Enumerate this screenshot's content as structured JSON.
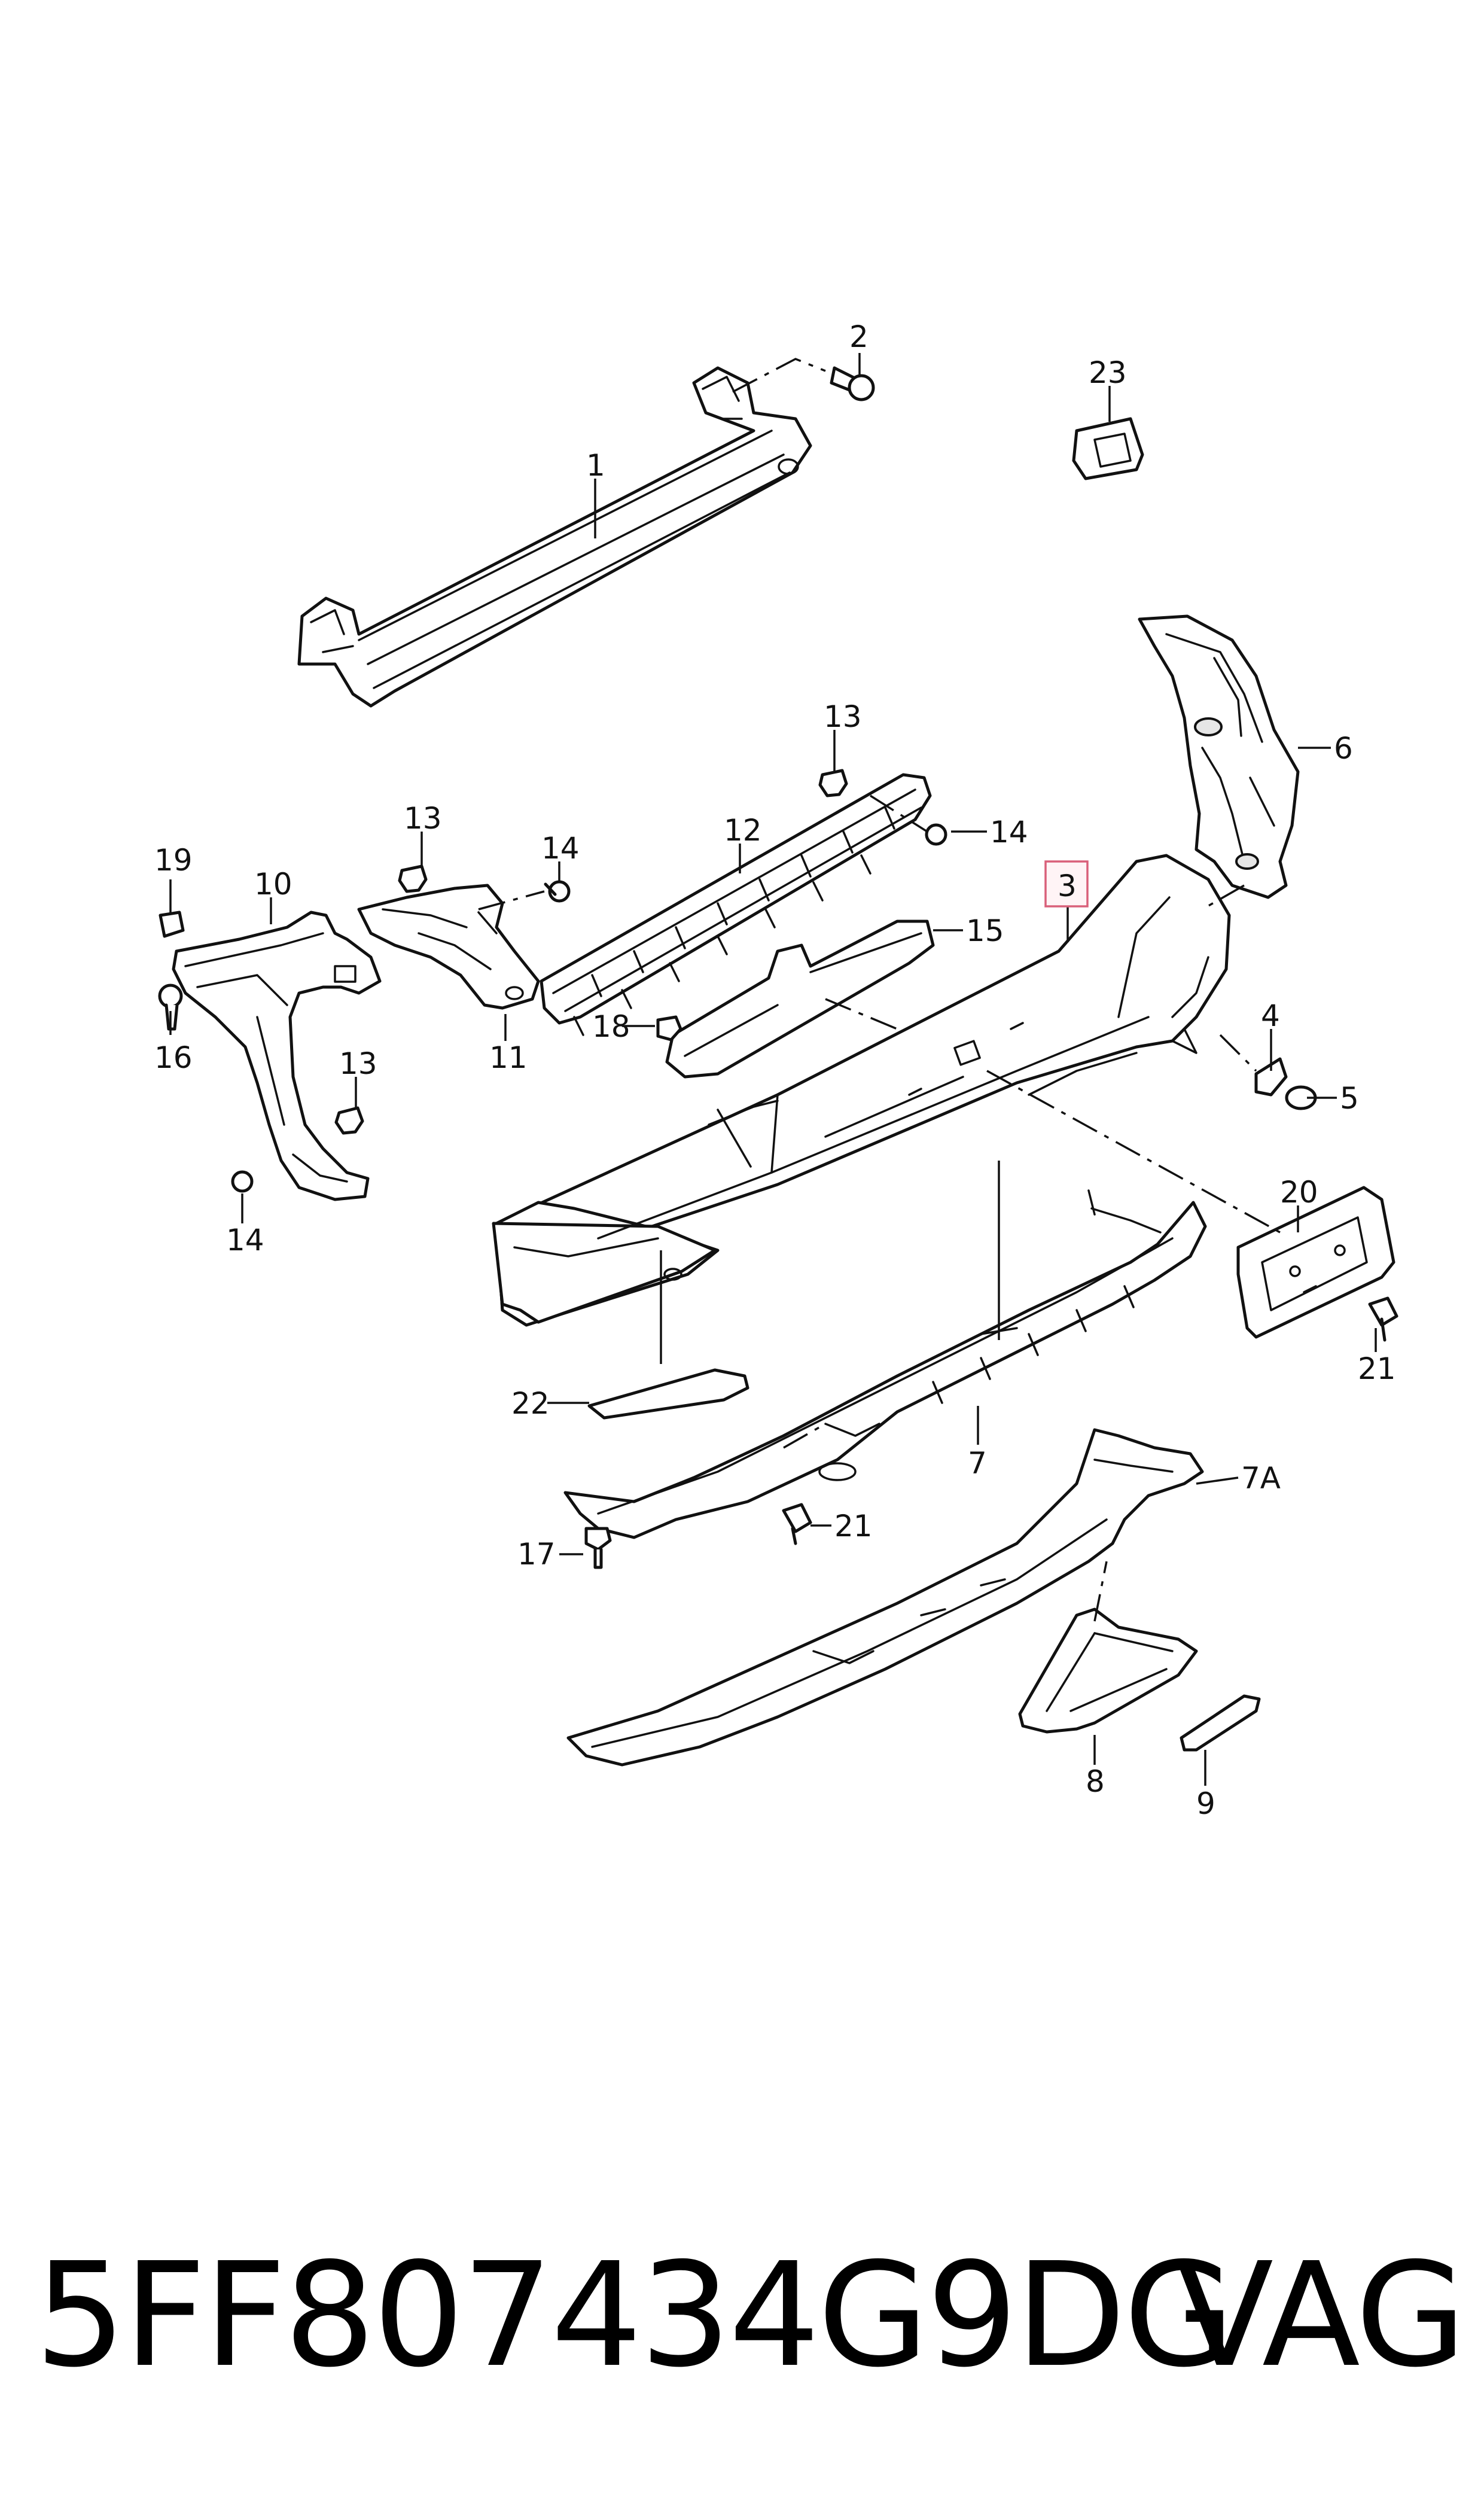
{
  "diagram": {
    "callouts": {
      "c1": "1",
      "c2": "2",
      "c3": "3",
      "c4": "4",
      "c5": "5",
      "c6": "6",
      "c7": "7",
      "c7a": "7A",
      "c8": "8",
      "c9": "9",
      "c10": "10",
      "c11": "11",
      "c12": "12",
      "c13a": "13",
      "c13b": "13",
      "c13c": "13",
      "c14a": "14",
      "c14b": "14",
      "c14c": "14",
      "c15": "15",
      "c16": "16",
      "c17": "17",
      "c18": "18",
      "c19": "19",
      "c20": "20",
      "c21a": "21",
      "c21b": "21",
      "c22": "22",
      "c23": "23"
    },
    "highlight_color": "#d9607a"
  },
  "footer": {
    "part_number": "5FF807434G9DG",
    "brand": "VAG"
  }
}
